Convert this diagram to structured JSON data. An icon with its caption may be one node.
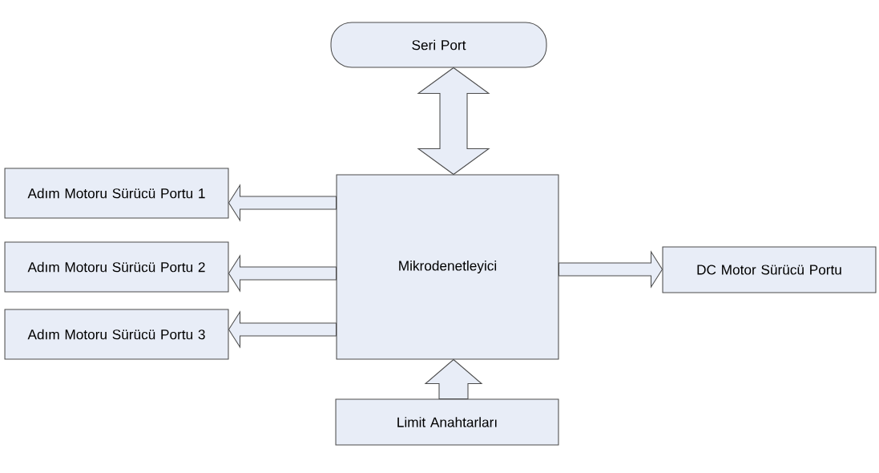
{
  "diagram": {
    "nodes": [
      {
        "text": [
          "Seri Port"
        ]
      },
      {
        "text": [
          "Mikrodenetleyici"
        ]
      },
      {
        "text": [
          "Adım Motoru Sürücü Portu 1"
        ]
      },
      {
        "text": [
          "Adım Motoru Sürücü Portu 2"
        ]
      },
      {
        "text": [
          "Adım Motoru Sürücü Portu 3"
        ]
      },
      {
        "text": [
          "DC Motor Sürücü Portu"
        ]
      },
      {
        "text": [
          "Limit Anahtarları"
        ]
      }
    ],
    "edges": [
      {
        "from": 0,
        "to": 1,
        "arrow": "both"
      },
      {
        "from": 1,
        "to": 2,
        "arrow": "to"
      },
      {
        "from": 1,
        "to": 3,
        "arrow": "to"
      },
      {
        "from": 1,
        "to": 4,
        "arrow": "to"
      },
      {
        "from": 1,
        "to": 5,
        "arrow": "to"
      },
      {
        "from": 6,
        "to": 1,
        "arrow": "to"
      }
    ]
  }
}
